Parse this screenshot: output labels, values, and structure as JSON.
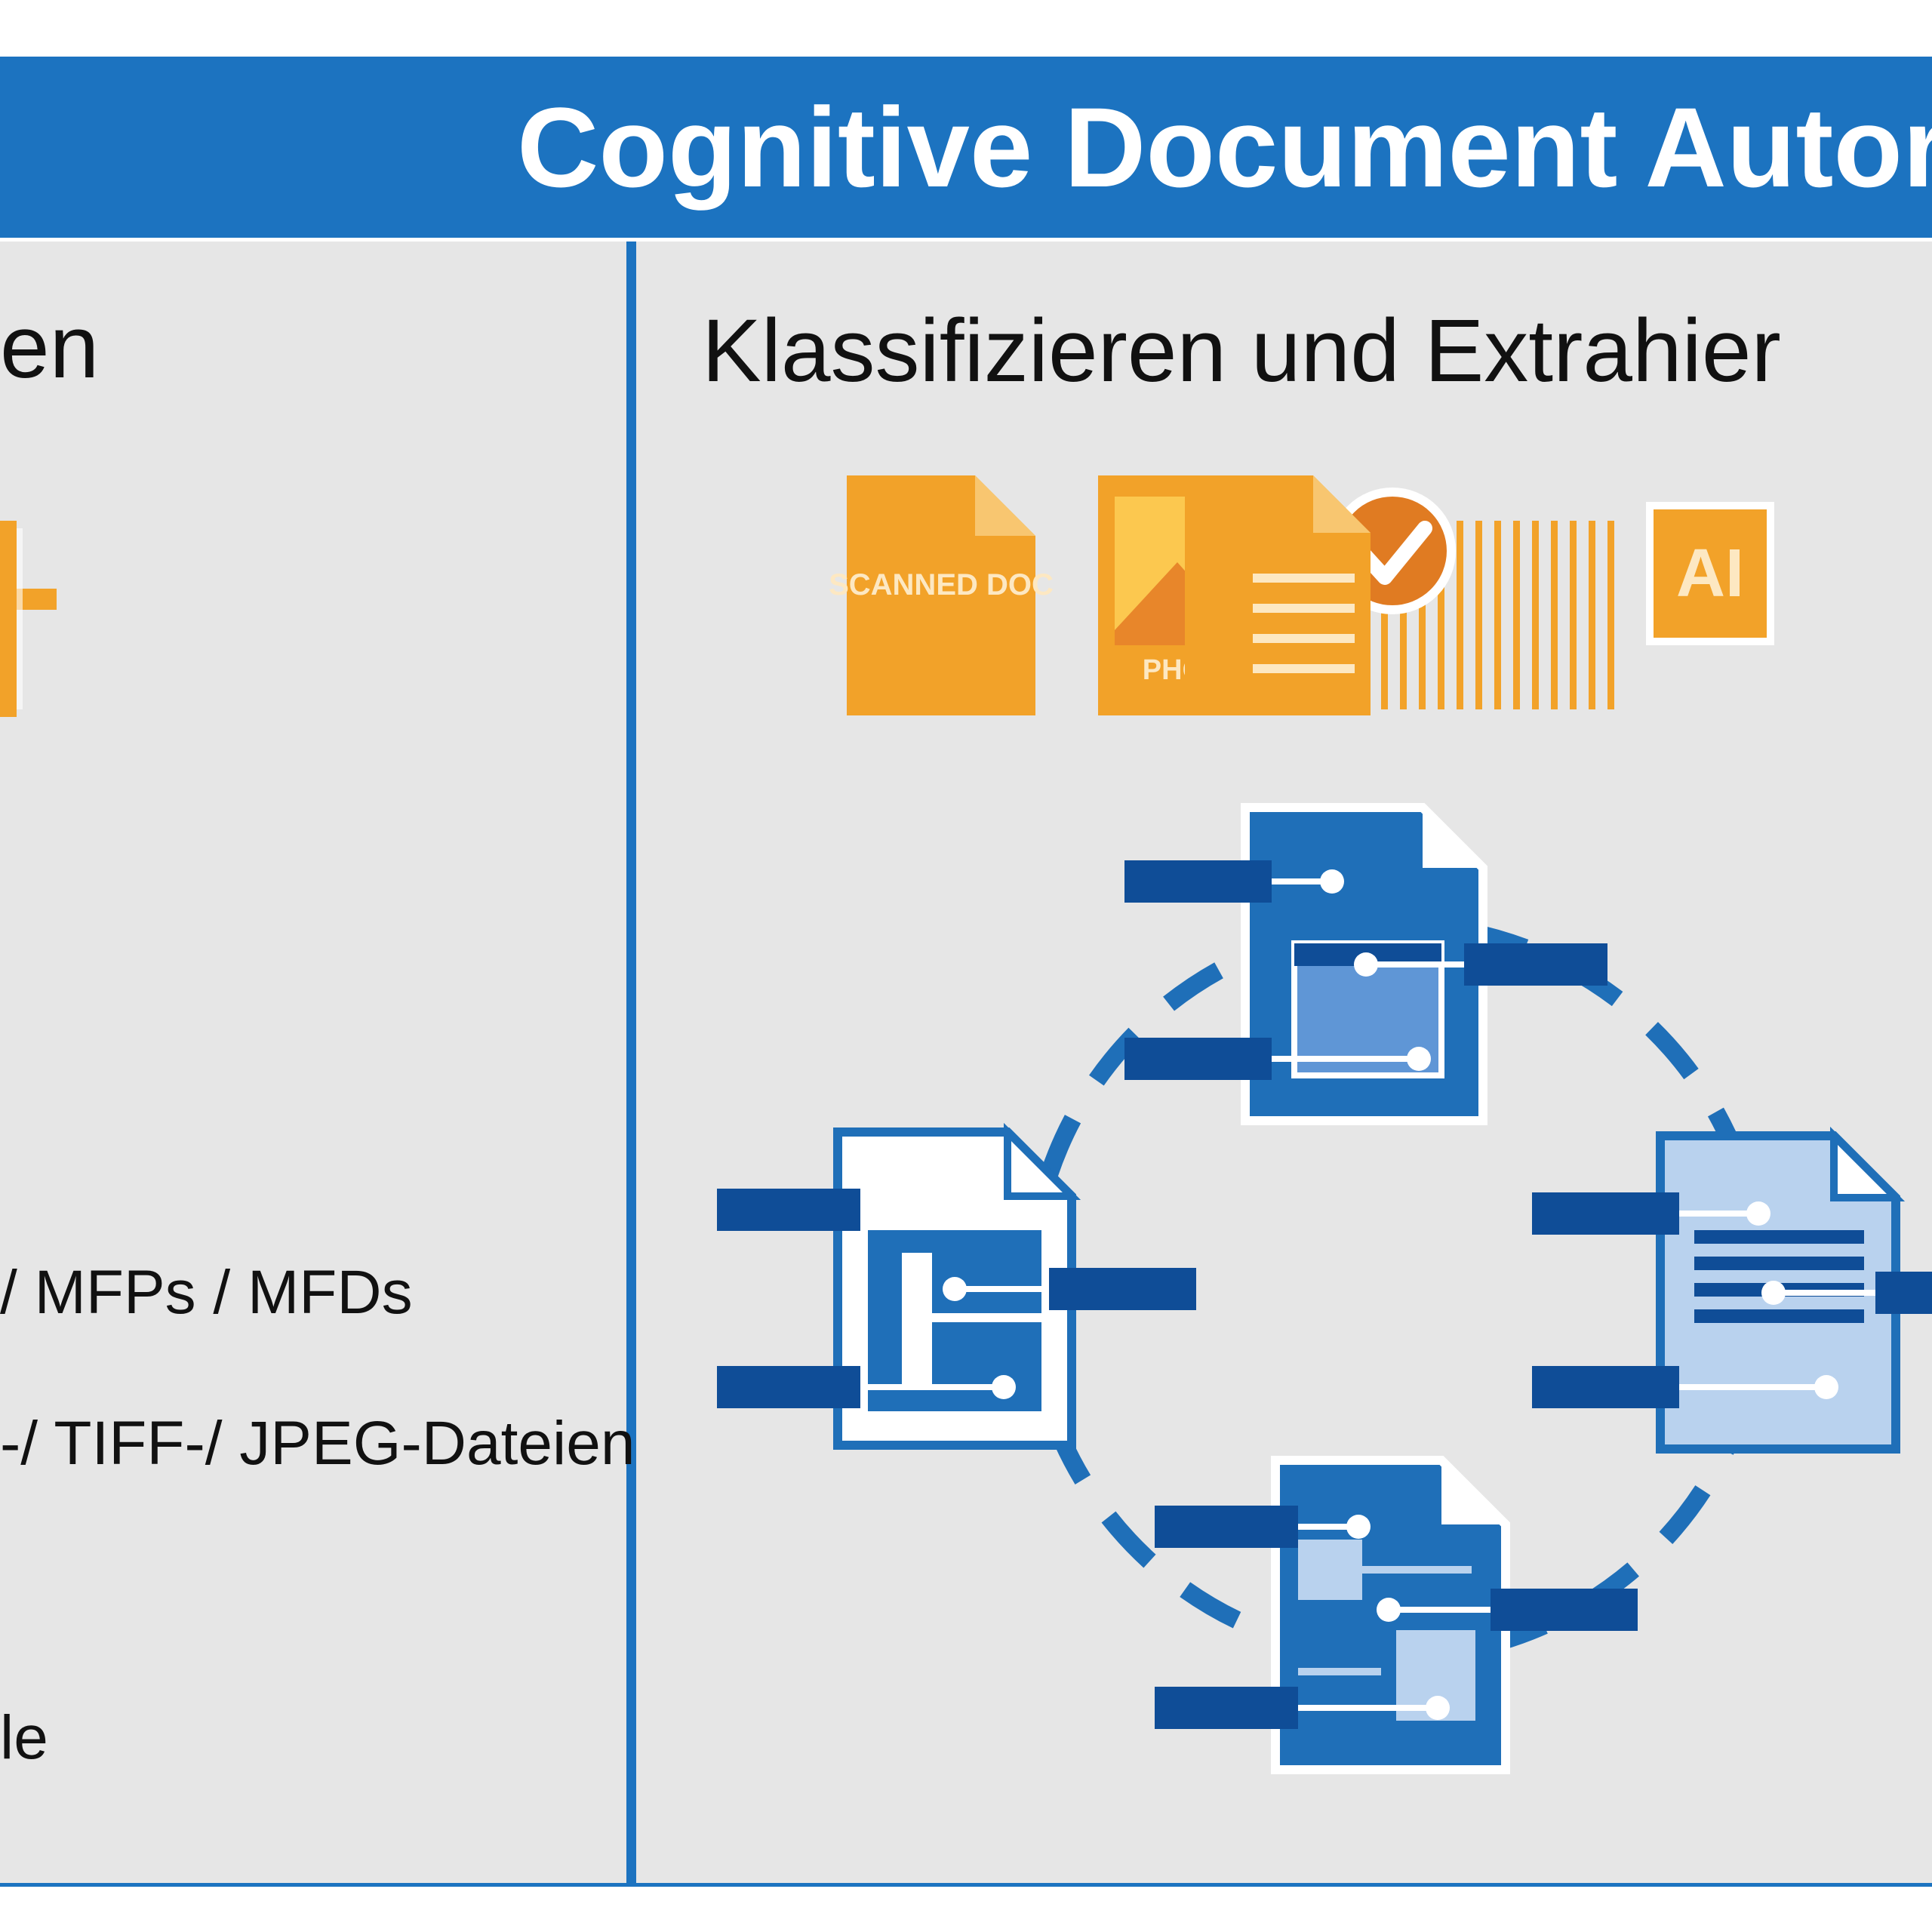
{
  "banner": {
    "title": "Cognitive Document Autor"
  },
  "left_panel": {
    "heading_fragment": "en",
    "lines": [
      "/ MFPs / MFDs",
      "-/ TIFF-/ JPEG-Dateien",
      "le"
    ]
  },
  "right_panel": {
    "heading": "Klassifizieren und Extrahier",
    "icons": [
      {
        "icon": "scanned-doc-icon",
        "label": "SCANNED DOC"
      },
      {
        "icon": "photo-icon",
        "label": "PHOTO"
      },
      {
        "icon": "barcode-check-icon",
        "label": ""
      },
      {
        "icon": "ai-document-icon",
        "label": "AI"
      }
    ]
  },
  "colors": {
    "banner_blue": "#1c73c0",
    "panel_gray": "#e6e6e6",
    "icon_orange": "#f2a229",
    "dark_blue": "#0f4d97",
    "mid_blue": "#2f7dc7",
    "light_blue": "#b9d2ee"
  }
}
